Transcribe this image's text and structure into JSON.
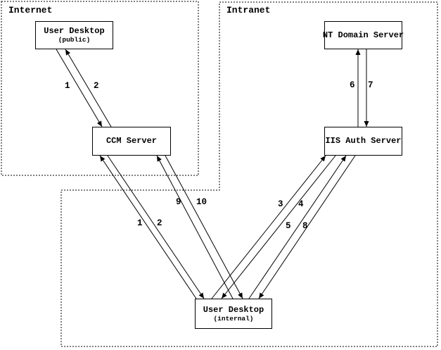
{
  "zones": {
    "internet": {
      "label": "Internet"
    },
    "intranet": {
      "label": "Intranet"
    }
  },
  "nodes": {
    "user_desktop_public": {
      "title": "User Desktop",
      "subtitle": "(public)"
    },
    "nt_domain_server": {
      "title": "NT Domain Server"
    },
    "ccm_server": {
      "title": "CCM Server"
    },
    "iis_auth_server": {
      "title": "IIS Auth Server"
    },
    "user_desktop_internal": {
      "title": "User Desktop",
      "subtitle": "(internal)"
    }
  },
  "connections": {
    "c1_public": {
      "label": "1",
      "from": "user_desktop_public",
      "to": "ccm_server"
    },
    "c2_public": {
      "label": "2",
      "from": "ccm_server",
      "to": "user_desktop_public"
    },
    "c1_internal": {
      "label": "1",
      "from": "user_desktop_internal",
      "to": "ccm_server"
    },
    "c2_internal": {
      "label": "2",
      "from": "ccm_server",
      "to": "user_desktop_internal"
    },
    "c3": {
      "label": "3",
      "from": "user_desktop_internal",
      "to": "iis_auth_server"
    },
    "c4": {
      "label": "4",
      "from": "iis_auth_server",
      "to": "user_desktop_internal"
    },
    "c5": {
      "label": "5",
      "from": "user_desktop_internal",
      "to": "iis_auth_server"
    },
    "c6": {
      "label": "6",
      "from": "iis_auth_server",
      "to": "nt_domain_server"
    },
    "c7": {
      "label": "7",
      "from": "nt_domain_server",
      "to": "iis_auth_server"
    },
    "c8": {
      "label": "8",
      "from": "iis_auth_server",
      "to": "user_desktop_internal"
    },
    "c9": {
      "label": "9",
      "from": "user_desktop_internal",
      "to": "ccm_server"
    },
    "c10": {
      "label": "10",
      "from": "ccm_server",
      "to": "user_desktop_internal"
    }
  }
}
